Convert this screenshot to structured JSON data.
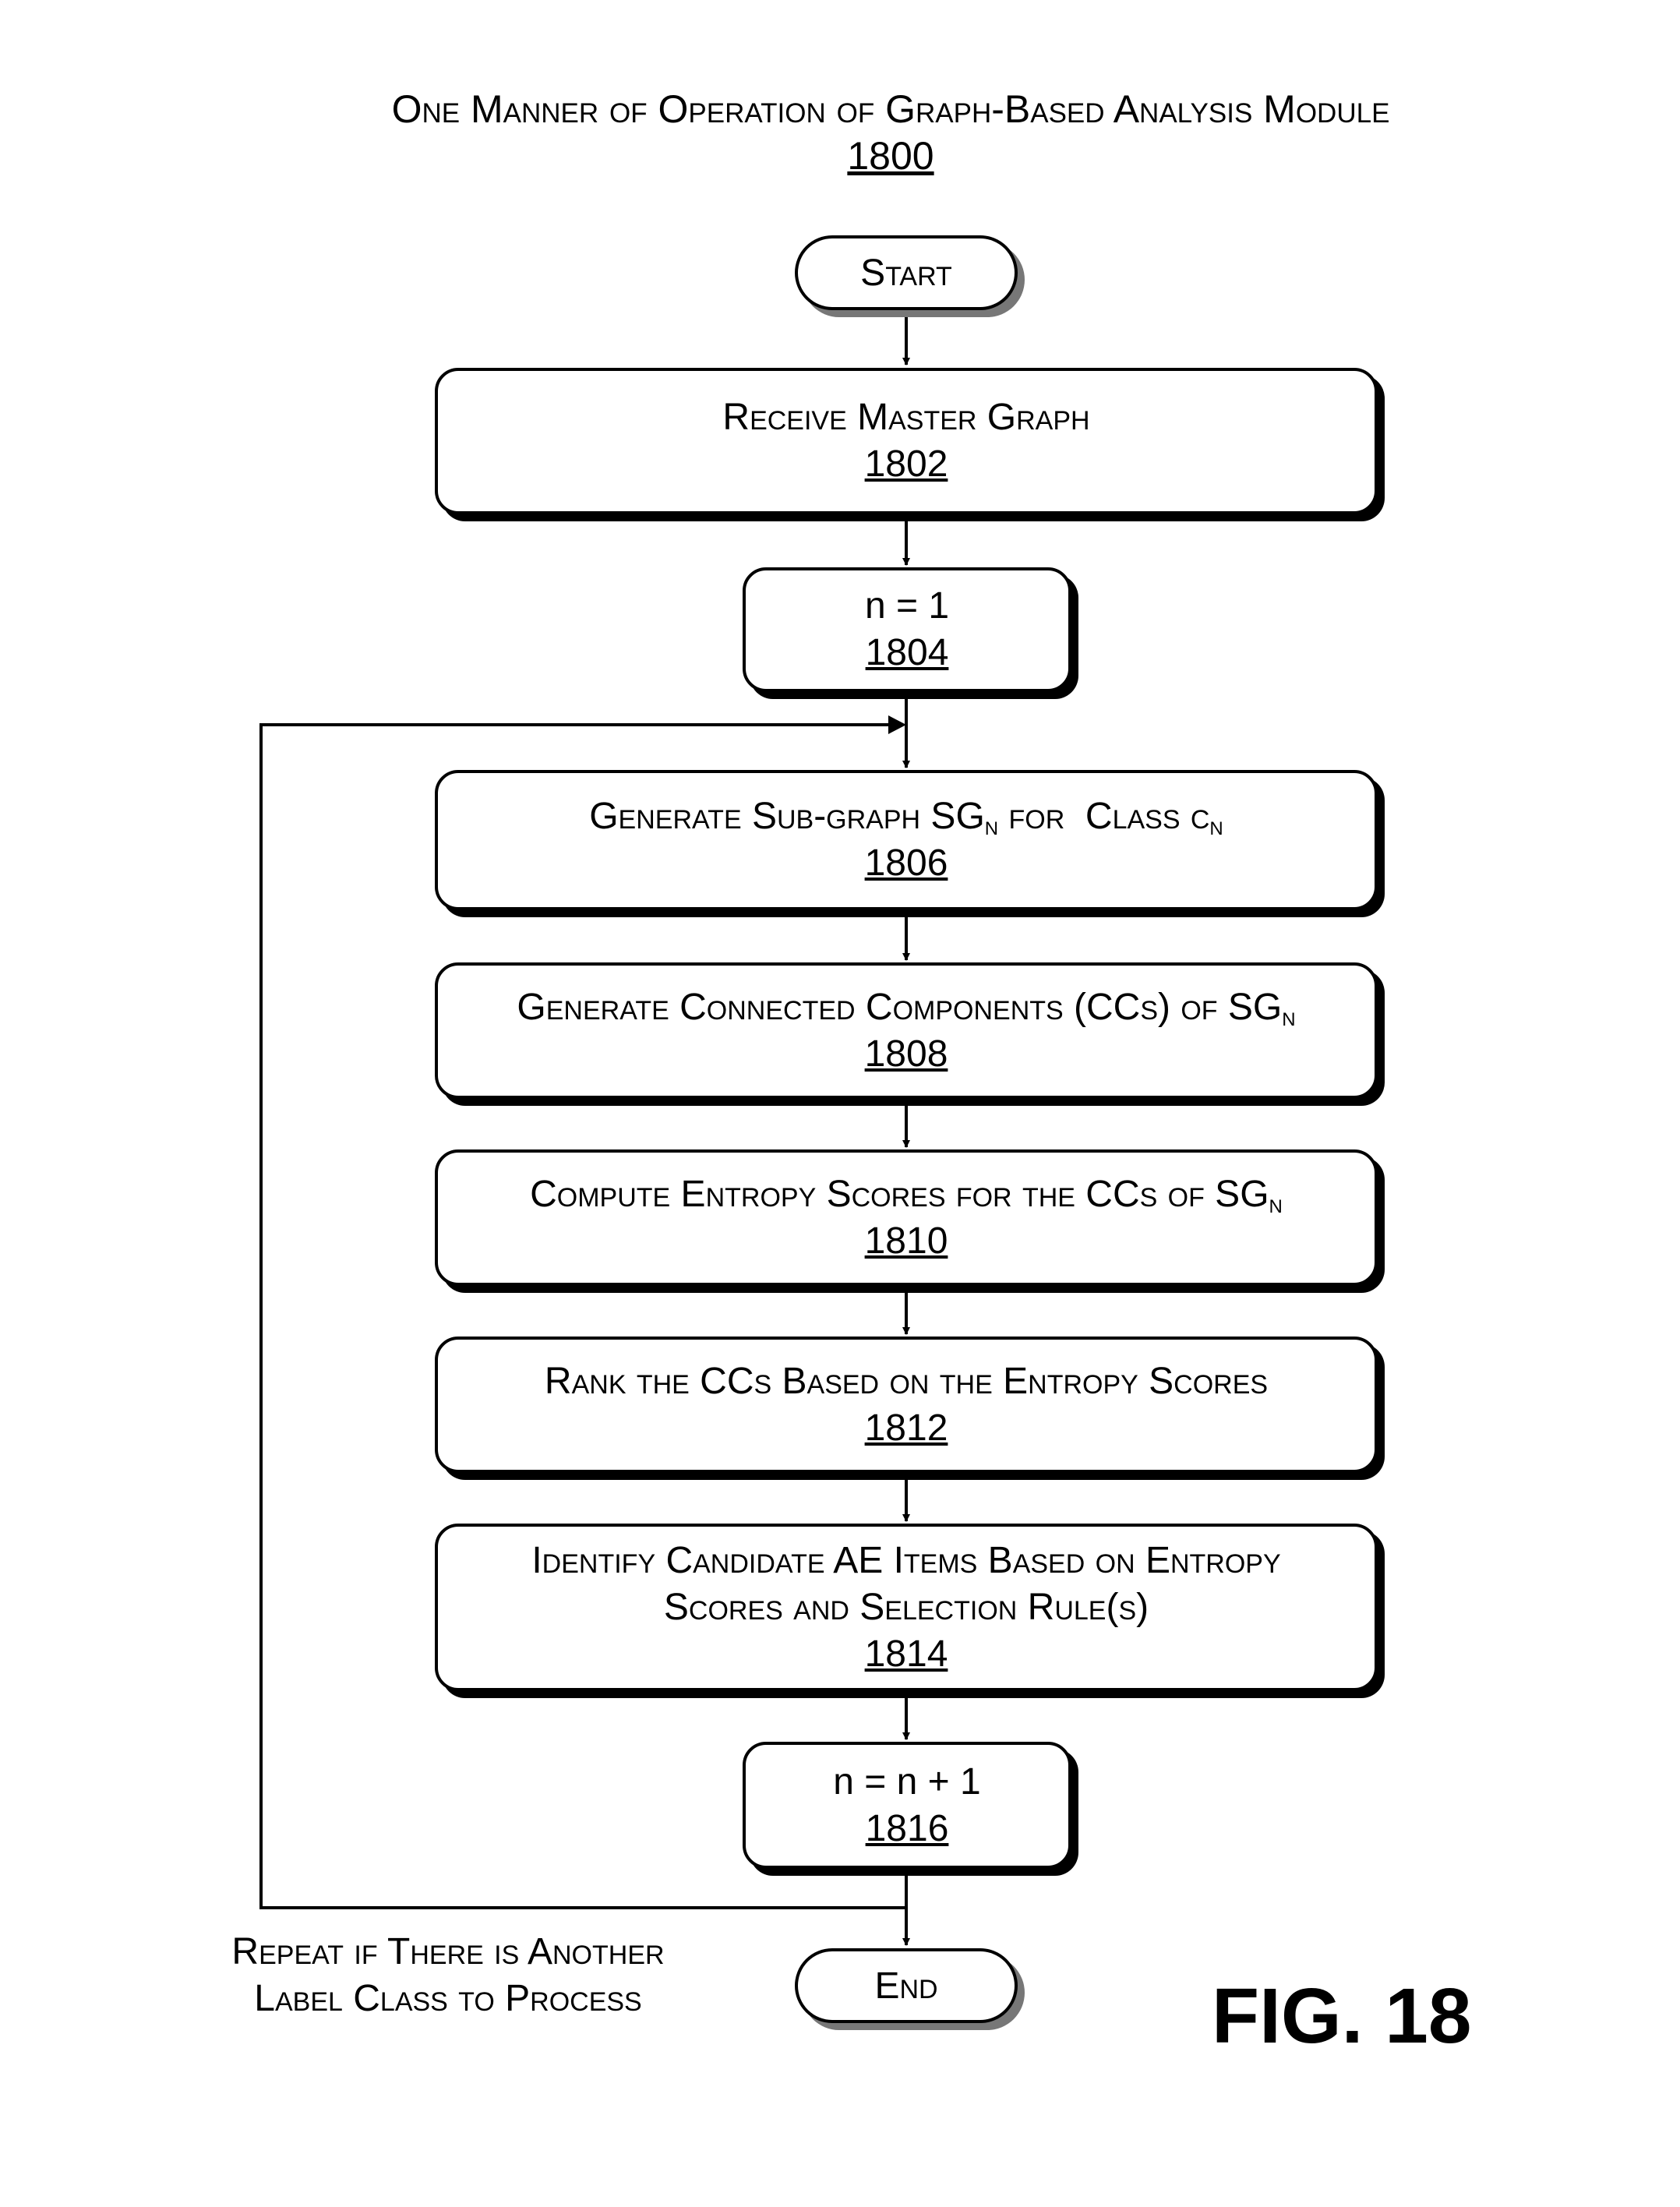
{
  "header": {
    "title": "One Manner of Operation of Graph-Based Analysis Module",
    "number": "1800"
  },
  "start": "Start",
  "end": "End",
  "steps": [
    {
      "prefix": "Receive Master Graph",
      "sub": "",
      "mid": "",
      "sub2": "",
      "ref": "1802"
    },
    {
      "prefix": "n = 1",
      "sub": "",
      "mid": "",
      "sub2": "",
      "ref": "1804"
    },
    {
      "prefix": "Generate Sub-graph SG",
      "sub": "n",
      "mid": " for  Class c",
      "sub2": "n",
      "ref": "1806"
    },
    {
      "prefix": "Generate Connected Components (CCs) of SG",
      "sub": "n",
      "mid": "",
      "sub2": "",
      "ref": "1808"
    },
    {
      "prefix": "Compute Entropy Scores for the CCs of SG",
      "sub": "n",
      "mid": "",
      "sub2": "",
      "ref": "1810"
    },
    {
      "prefix": "Rank the CCs Based on the Entropy Scores",
      "sub": "",
      "mid": "",
      "sub2": "",
      "ref": "1812"
    },
    {
      "line1": "Identify Candidate AE Items Based on Entropy",
      "line2": "Scores and Selection Rule(s)",
      "ref": "1814"
    },
    {
      "prefix": "n = n + 1",
      "sub": "",
      "mid": "",
      "sub2": "",
      "ref": "1816"
    }
  ],
  "loop_label": {
    "line1": "Repeat if There is Another",
    "line2": "Label Class to Process"
  },
  "figure_label": "FIG. 18"
}
